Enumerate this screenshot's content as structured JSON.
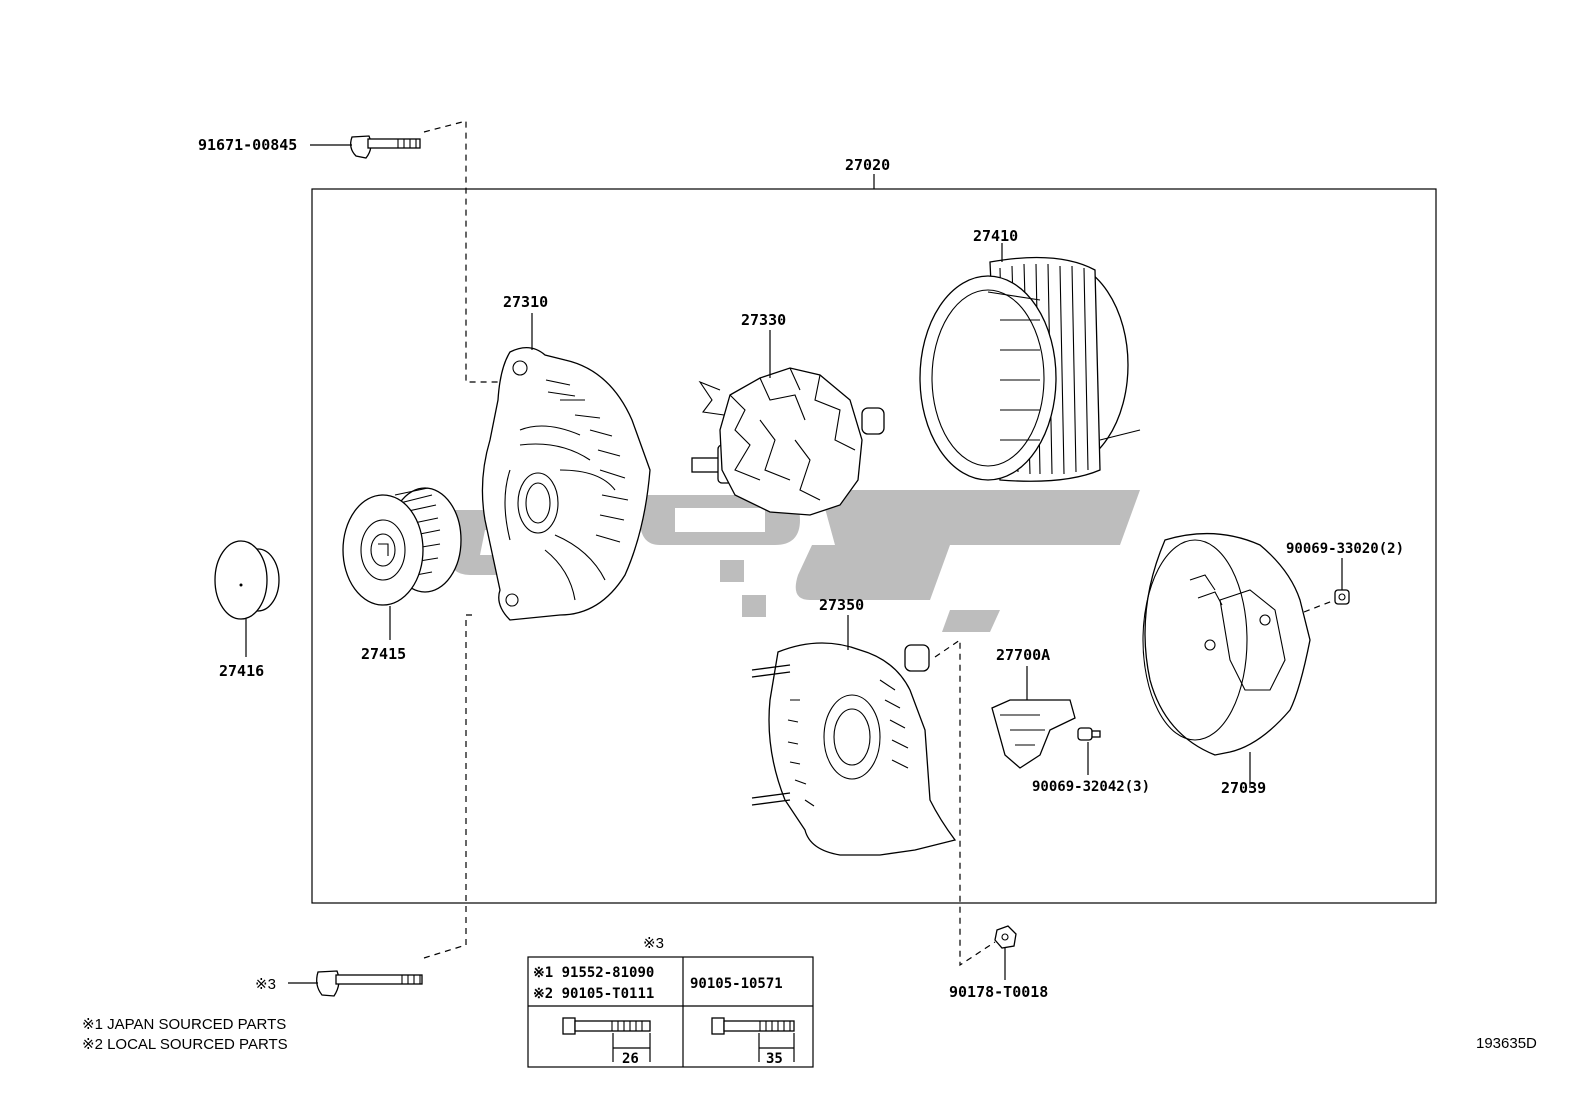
{
  "parts": {
    "p27020": "27020",
    "p91671": "91671-00845",
    "p27310": "27310",
    "p27330": "27330",
    "p27410": "27410",
    "p27416": "27416",
    "p27415": "27415",
    "p27350": "27350",
    "p27700A": "27700A",
    "p90069_33020": "90069-33020(2)",
    "p90069_32042": "90069-32042(3)",
    "p27039": "27039",
    "p90178": "90178-T0018",
    "ref3": "※3"
  },
  "table": {
    "header": "※3",
    "row1_col1_line1": "※1 91552-81090",
    "row1_col1_line2": "※2 90105-T0111",
    "row1_col2": "90105-10571",
    "dim1": "26",
    "dim2": "35"
  },
  "notes": {
    "note1": "※1  JAPAN SOURCED PARTS",
    "note2": "※2  LOCAL SOURCED PARTS"
  },
  "diagram_id": "193635D",
  "watermark": "کوکچ",
  "colors": {
    "line": "#000000",
    "watermark": "#bdbdbd"
  }
}
